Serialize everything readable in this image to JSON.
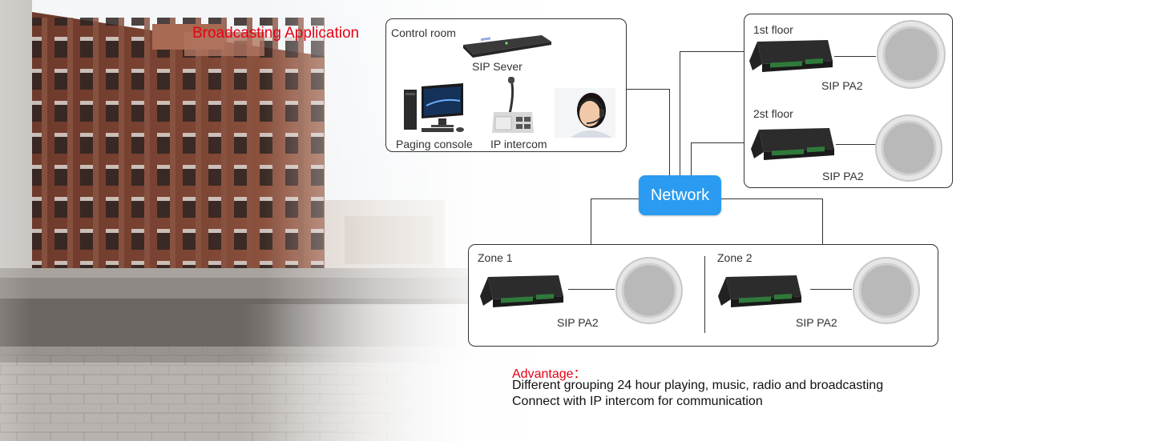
{
  "title": "Broadcasting Application",
  "control_room": {
    "heading": "Control room",
    "sip_server": "SIP  Sever",
    "paging_console": "Paging console",
    "ip_intercom": "IP intercom"
  },
  "network": {
    "label": "Network"
  },
  "floors": [
    {
      "heading": "1st floor",
      "device": "SIP PA2"
    },
    {
      "heading": "2st floor",
      "device": "SIP PA2"
    }
  ],
  "zones": [
    {
      "heading": "Zone 1",
      "device": "SIP PA2"
    },
    {
      "heading": "Zone 2",
      "device": "SIP PA2"
    }
  ],
  "advantage": {
    "title": "Advantage：",
    "lines": [
      "Different grouping 24 hour playing, music, radio and broadcasting",
      "Connect with IP intercom for communication"
    ]
  },
  "colors": {
    "accent_red": "#e60012",
    "network_blue": "#2a9bf0"
  }
}
